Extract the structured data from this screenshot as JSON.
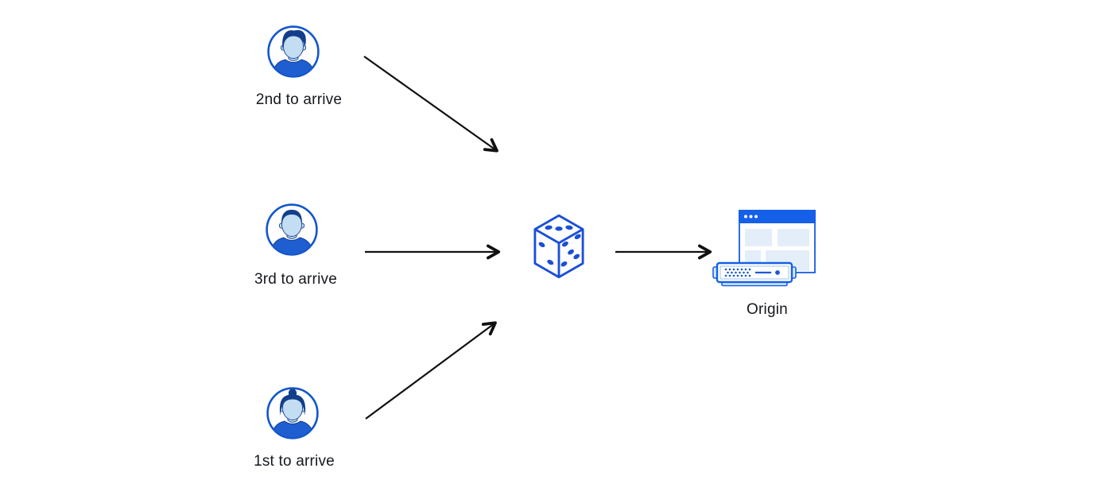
{
  "diagram": {
    "description": "Random traffic steering diagram: three visitors routed through a dice (random selection) to a single origin server",
    "background": "#ffffff"
  },
  "colors": {
    "icon_blue": "#1b55d6",
    "dark_navy": "#123e8c",
    "face_light_blue": "#c3ddf2",
    "pale_block_blue": "#e4eef9",
    "shadow_blue": "#d8e9fa",
    "browser_bar_blue": "#1560e8",
    "arrow_black": "#111111",
    "label_text": "#15181e"
  },
  "nodes": {
    "visitors": [
      {
        "id": "visitor-2nd",
        "label": "2nd to arrive",
        "icon": "avatar-man-pompadour-icon"
      },
      {
        "id": "visitor-3rd",
        "label": "3rd to arrive",
        "icon": "avatar-man-short-hair-icon"
      },
      {
        "id": "visitor-1st",
        "label": "1st to arrive",
        "icon": "avatar-woman-bun-icon"
      }
    ],
    "randomizer": {
      "id": "dice",
      "icon": "dice-icon"
    },
    "origin": {
      "id": "origin",
      "label": "Origin",
      "icon": "origin-server-icon"
    }
  },
  "edges": [
    {
      "from": "visitor-2nd",
      "to": "dice"
    },
    {
      "from": "visitor-3rd",
      "to": "dice"
    },
    {
      "from": "visitor-1st",
      "to": "dice"
    },
    {
      "from": "dice",
      "to": "origin"
    }
  ]
}
